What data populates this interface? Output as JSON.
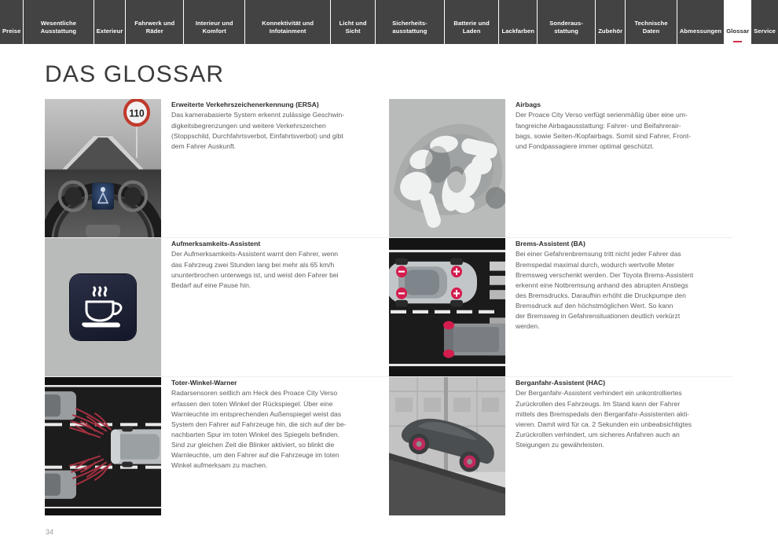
{
  "nav": {
    "tabs": [
      {
        "label": "Preise",
        "active": false
      },
      {
        "label": "Wesentliche Ausstattung",
        "active": false
      },
      {
        "label": "Exterieur",
        "active": false
      },
      {
        "label": "Fahrwerk und Räder",
        "active": false
      },
      {
        "label": "Interieur und Komfort",
        "active": false
      },
      {
        "label": "Konnektivität und Infotainment",
        "active": false
      },
      {
        "label": "Licht und Sicht",
        "active": false
      },
      {
        "label": "Sicherheits- ausstattung",
        "active": false
      },
      {
        "label": "Batterie und Laden",
        "active": false
      },
      {
        "label": "Lackfarben",
        "active": false
      },
      {
        "label": "Sonderaus- stattung",
        "active": false
      },
      {
        "label": "Zubehör",
        "active": false
      },
      {
        "label": "Technische Daten",
        "active": false
      },
      {
        "label": "Abmessungen",
        "active": false
      },
      {
        "label": "Glossar",
        "active": true
      },
      {
        "label": "Service",
        "active": false
      }
    ],
    "active_accent_color": "#d0304a"
  },
  "page": {
    "title": "DAS GLOSSAR",
    "number": "34"
  },
  "entries": [
    {
      "id": "ersa",
      "title": "Erweiterte Verkehrszeichenerkennung (ERSA)",
      "body": "Das kamerabasierte System erkennt zulässige Geschwin-\ndigkeitsbegrenzungen und weitere Verkehrszeichen\n(Stoppschild, Durchfahrtsverbot, Einfahrtsverbot) und gibt\ndem Fahrer Auskunft.",
      "image_name": "road-speed-sign-steering-wheel-illustration",
      "speed_limit_value": "110"
    },
    {
      "id": "airbags",
      "title": "Airbags",
      "body": "Der Proace City Verso verfügt serienmäßig über eine um-\nfangreiche Airbagausstattung: Fahrer- und Beifahrerair-\nbags, sowie Seiten-/Kopfairbags. Somit sind Fahrer, Front-\nund Fondpassagiere immer optimal geschützt.",
      "image_name": "car-airbag-deployment-illustration"
    },
    {
      "id": "aufmerksamkeits-assistent",
      "title": "Aufmerksamkeits-Assistent",
      "body": "Der Aufmerksamkeits-Assistent warnt den Fahrer, wenn\ndas Fahrzeug zwei Stunden lang bei mehr als 65 km/h\nununterbrochen unterwegs ist, und weist den Fahrer bei\nBedarf auf eine Pause hin.",
      "image_name": "coffee-cup-break-warning-icon"
    },
    {
      "id": "brems-assistent",
      "title": "Brems-Assistent (BA)",
      "body": "Bei einer Gefahrenbremsung tritt nicht jeder Fahrer das\nBremspedal maximal durch, wodurch wertvolle Meter\nBremsweg verschenkt werden. Der Toyota Brems-Assistent\nerkennt eine Notbremsung anhand des abrupten Anstiegs\ndes Bremsdrucks. Daraufhin erhöht die Druckpumpe den\nBremsdruck auf den höchstmöglichen Wert. So kann\nder Bremsweg in Gefahrensituationen deutlich verkürzt\nwerden.",
      "image_name": "brake-assist-top-down-car-illustration"
    },
    {
      "id": "toter-winkel-warner",
      "title": "Toter-Winkel-Warner",
      "body": "Radarsensoren seitlich am Heck des Proace City Verso\nerfassen den toten Winkel der Rückspiegel. Über eine\nWarnleuchte im entsprechenden Außenspiegel weist das\nSystem den Fahrer auf Fahrzeuge hin, die sich auf der be-\nnachbarten Spur im toten Winkel des Spiegels befinden.\nSind zur gleichen Zeit die Blinker aktiviert, so blinkt die\nWarnleuchte, um den Fahrer auf die Fahrzeuge im toten\nWinkel aufmerksam zu machen.",
      "image_name": "blind-spot-radar-top-down-illustration"
    },
    {
      "id": "berganfahr-assistent",
      "title": "Berganfahr-Assistent (HAC)",
      "body": "Der Berganfahr-Assistent verhindert ein unkontrolliertes\nZurückrollen des Fahrzeugs. Im Stand kann der Fahrer\nmittels des Bremspedals den Berganfahr-Assistenten akti-\nvieren. Damit wird für ca. 2 Sekunden ein unbeabsichtigtes\nZurückrollen verhindert, um sicheres Anfahren auch an\nSteigungen zu gewährleisten.",
      "image_name": "hill-start-assist-incline-car-illustration"
    }
  ]
}
